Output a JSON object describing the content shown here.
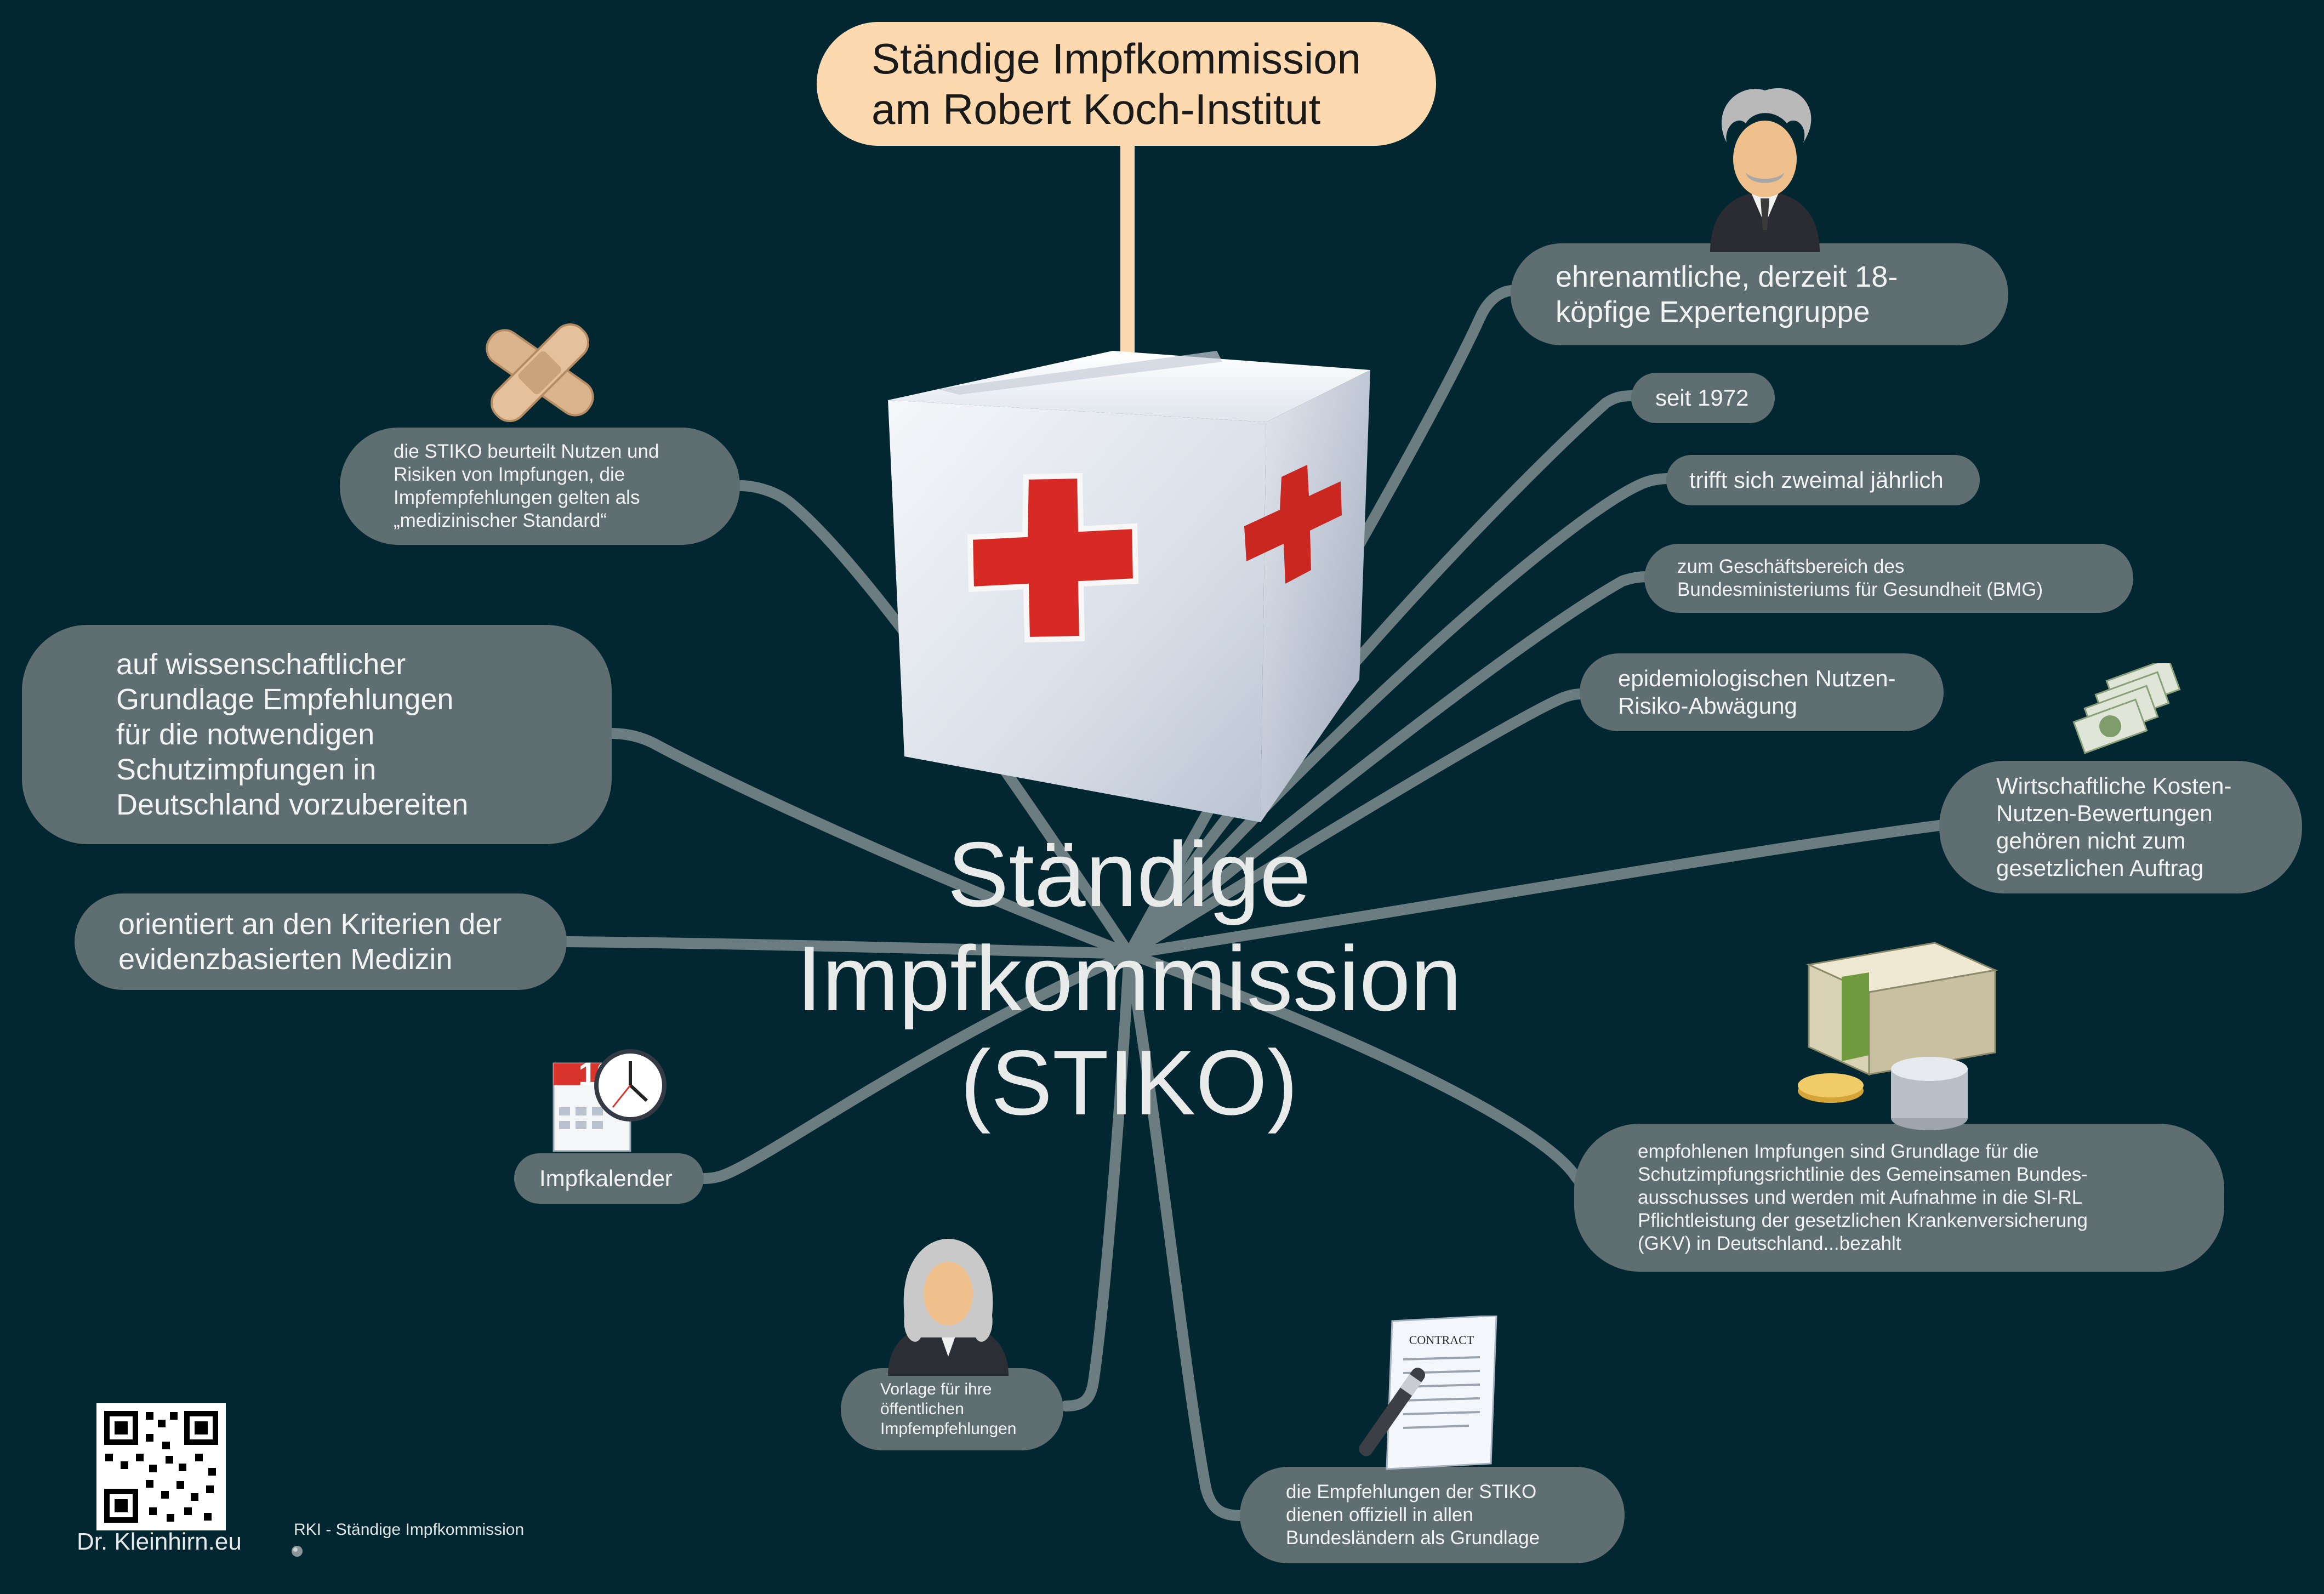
{
  "central_topic": "Ständige\nImpfkommission\n(STIKO)",
  "title_box": "Ständige Impfkommission\nam Robert Koch-Institut",
  "nodes": {
    "expert_group": "ehrenamtliche, derzeit 18-\nköpfige Expertengruppe",
    "since": "seit 1972",
    "meets": "trifft sich zweimal jährlich",
    "ministry": "zum Geschäftsbereich des\nBundesministeriums für Gesundheit (BMG)",
    "epidemiology": "epidemiologischen Nutzen-\nRisiko-Abwägung",
    "economic": "Wirtschaftliche Kosten-\nNutzen-Bewertungen\ngehören nicht zum\ngesetzlichen Auftrag",
    "insurance": "empfohlenen Impfungen sind Grundlage für die\nSchutzimpfungsrichtlinie des Gemeinsamen Bundes-\nausschusses und werden mit Aufnahme in die SI-RL\nPflichtleistung der gesetzlichen Krankenversicherung\n(GKV) in Deutschland...bezahlt",
    "states": "die Empfehlungen der STIKO\ndienen offiziell in allen\nBundesländern als Grundlage",
    "template": "Vorlage für ihre\nöffentlichen\nImpfempfehlungen",
    "calendar": "Impfkalender",
    "evidence": "orientiert an den Kriterien der\nevidenzbasierten Medizin",
    "scientific": "auf wissenschaftlicher\nGrundlage Empfehlungen\nfür die notwendigen\nSchutzimpfungen in\nDeutschland vorzubereiten",
    "standard": "die STIKO beurteilt Nutzen und\nRisiken von Impfungen, die\nImpfempfehlungen gelten als\n„medizinischer Standard“"
  },
  "icons": {
    "calendar_day": "12",
    "contract_heading": "CONTRACT"
  },
  "footer": {
    "brand": "Dr. Kleinhirn.eu",
    "source": "RKI - Ständige Impfkommission"
  },
  "colors": {
    "background": "#022731",
    "node": "#5e6e71",
    "connector": "#6b7d80",
    "title_box": "#fdd9b0",
    "cross": "#d72a24"
  }
}
